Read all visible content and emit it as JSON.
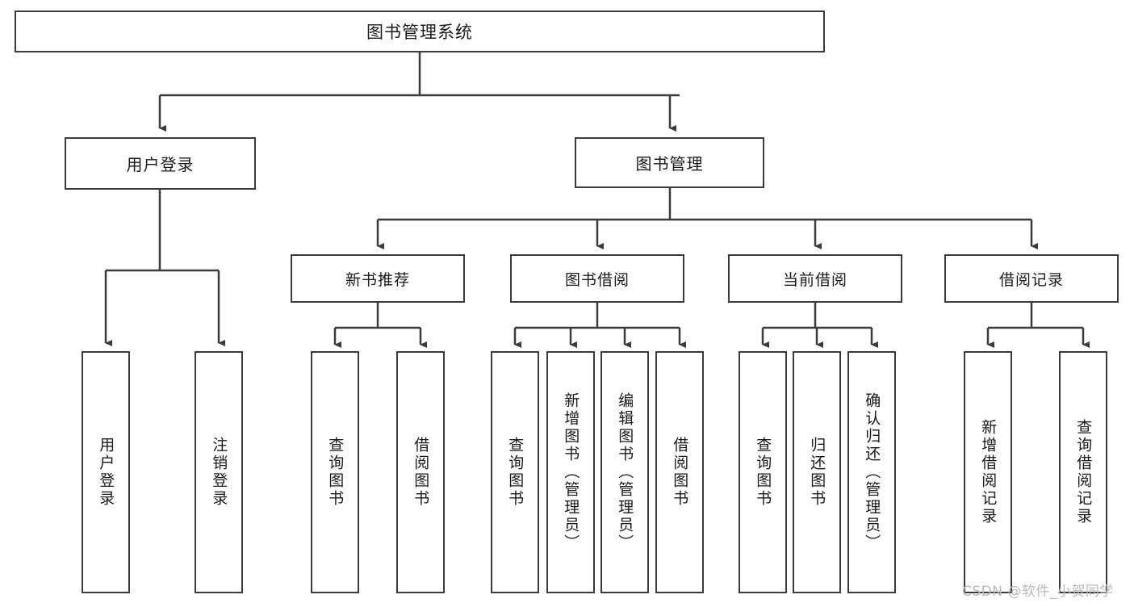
{
  "diagram": {
    "title": "图书管理系统",
    "type": "hierarchy-tree",
    "root": {
      "label": "图书管理系统"
    },
    "level1": [
      {
        "label": "用户登录"
      },
      {
        "label": "图书管理"
      }
    ],
    "level2": [
      {
        "label": "新书推荐"
      },
      {
        "label": "图书借阅"
      },
      {
        "label": "当前借阅"
      },
      {
        "label": "借阅记录"
      }
    ],
    "leaves": {
      "user_login": [
        {
          "label": "用户登录"
        },
        {
          "label": "注销登录"
        }
      ],
      "new_book_recommend": [
        {
          "label": "查询图书"
        },
        {
          "label": "借阅图书"
        }
      ],
      "book_borrow": [
        {
          "label": "查询图书"
        },
        {
          "label": "新增图书（管理员）"
        },
        {
          "label": "编辑图书（管理员）"
        },
        {
          "label": "借阅图书"
        }
      ],
      "current_borrow": [
        {
          "label": "查询图书"
        },
        {
          "label": "归还图书"
        },
        {
          "label": "确认归还（管理员）"
        }
      ],
      "borrow_record": [
        {
          "label": "新增借阅记录"
        },
        {
          "label": "查询借阅记录"
        }
      ]
    }
  },
  "watermark": {
    "text": "CSDN @软件_小贺同学"
  },
  "colors": {
    "stroke": "#3b3b3b",
    "text": "#1a1a1a",
    "background": "#ffffff",
    "watermark": "#b9b9b9"
  }
}
